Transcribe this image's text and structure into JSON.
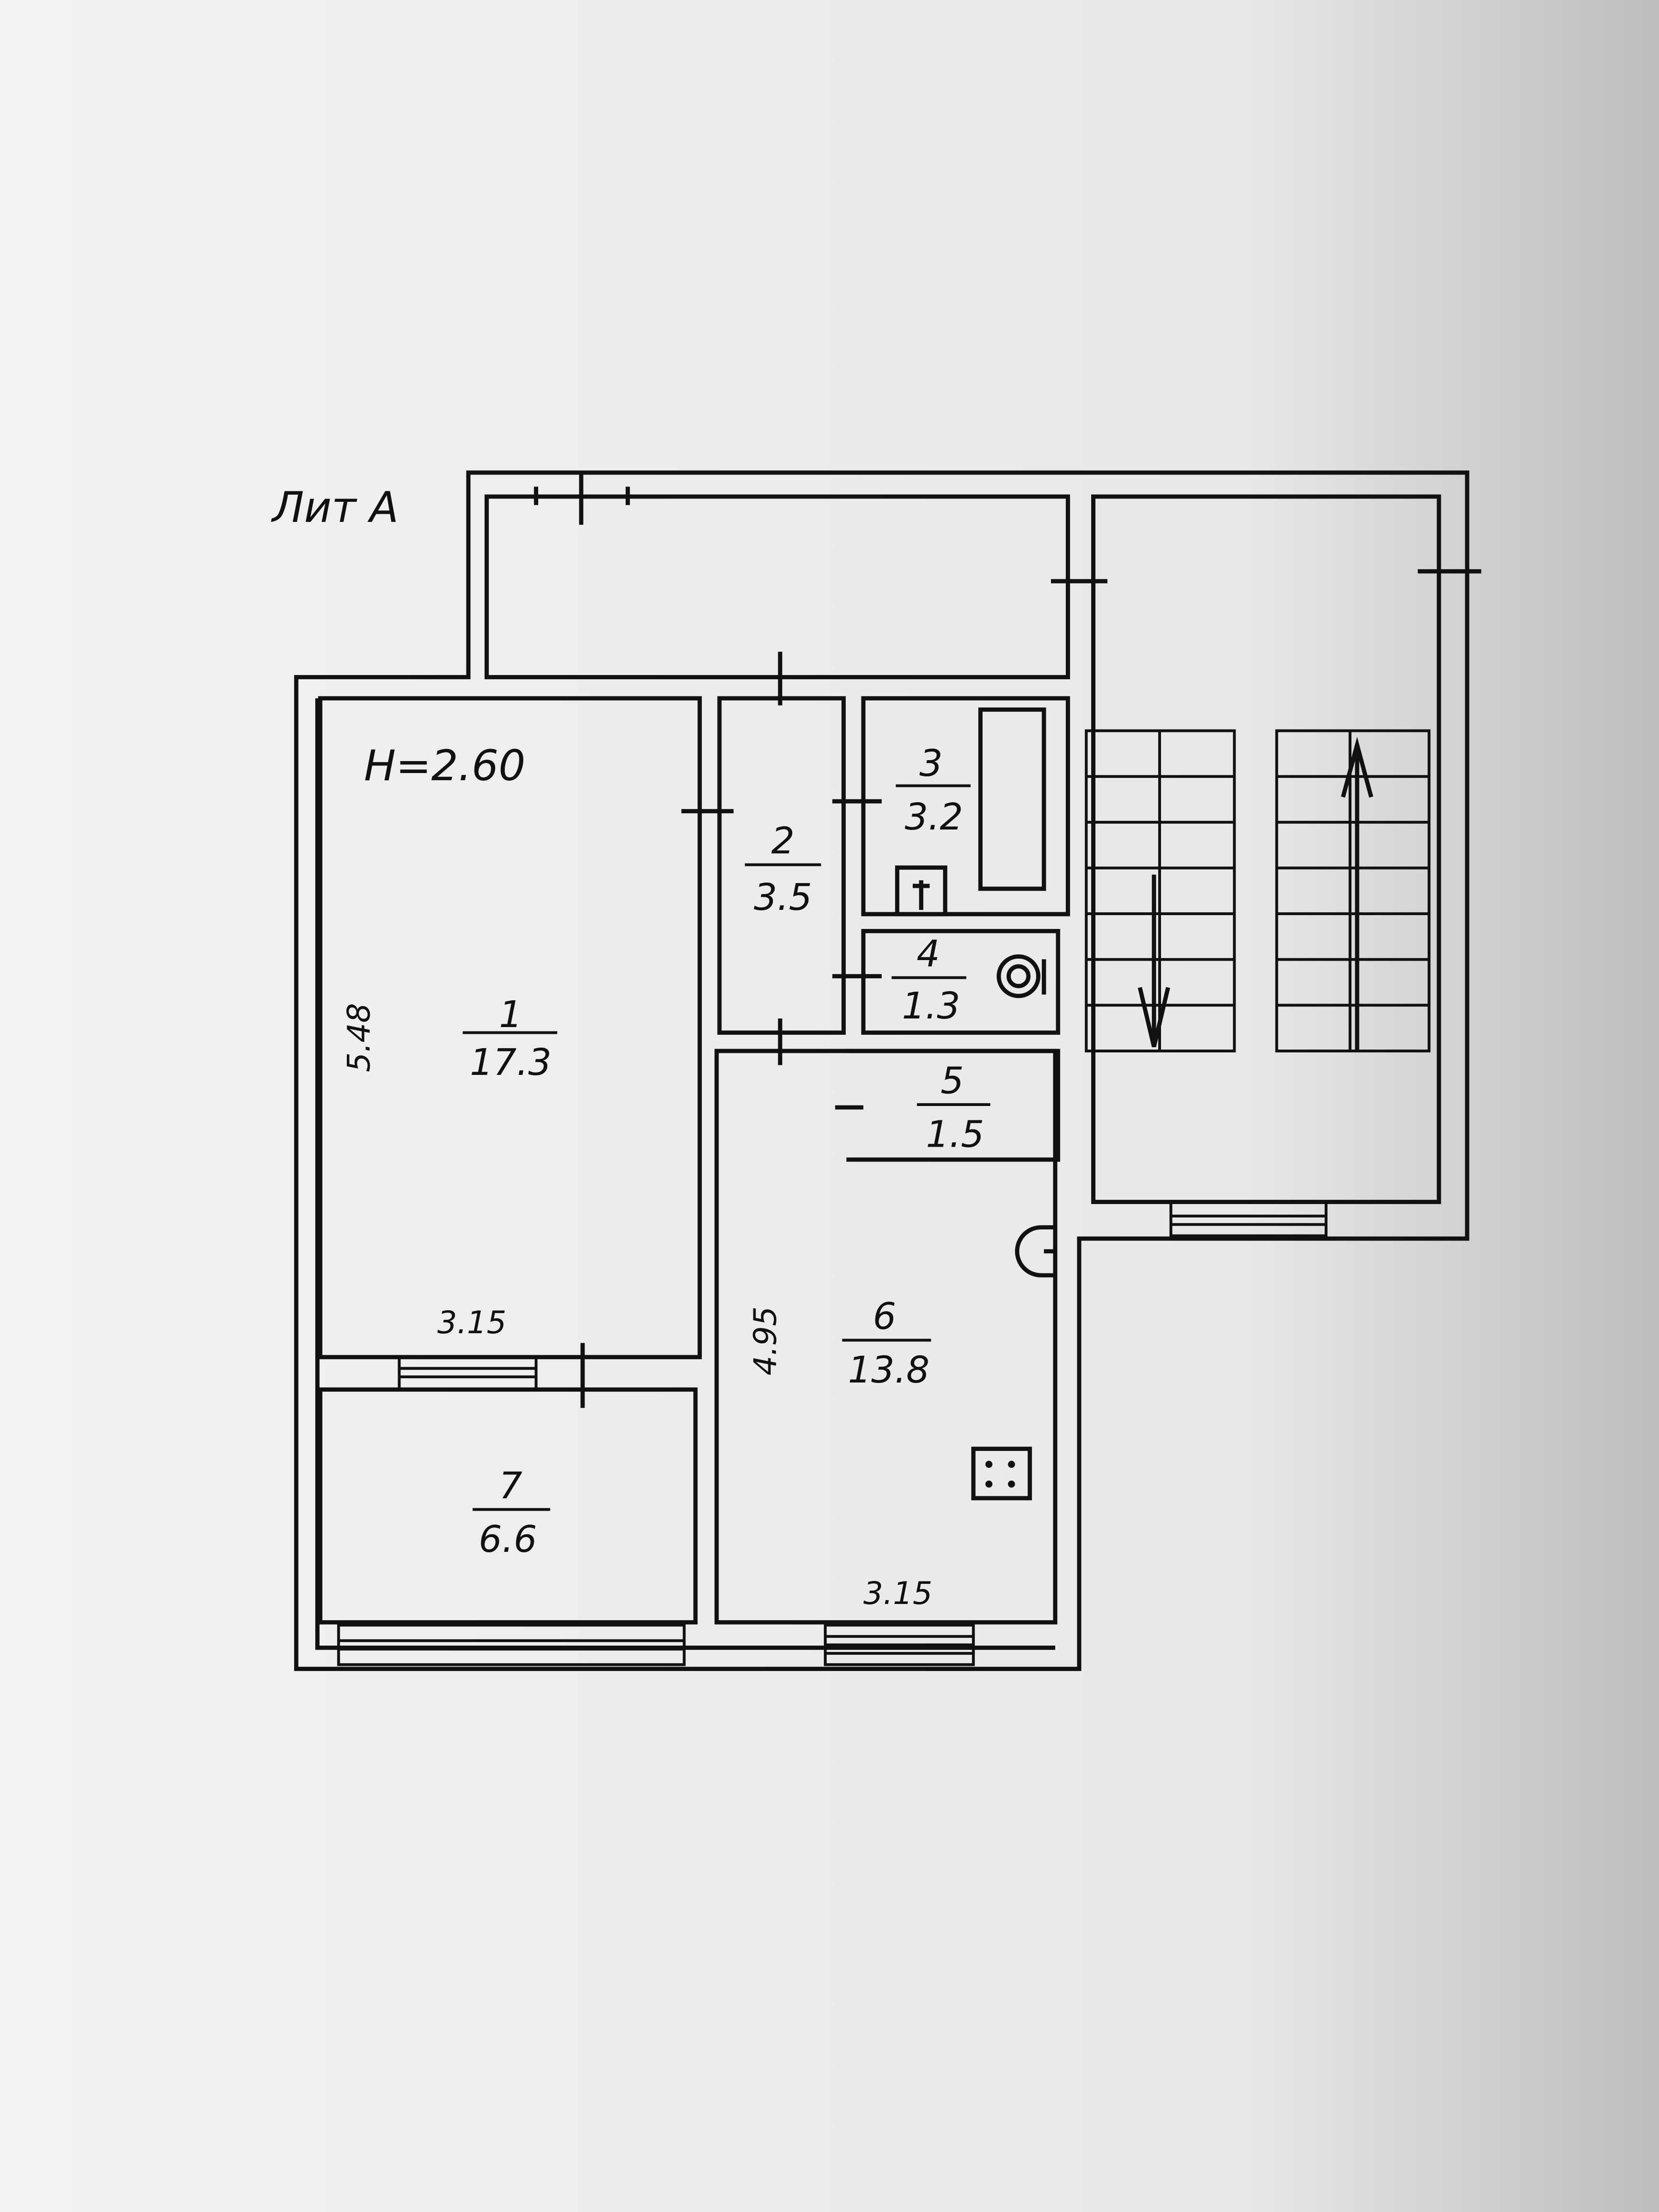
{
  "plan": {
    "label": "Лит А",
    "ceiling_height": "H=2.60",
    "rooms": [
      {
        "number": "1",
        "area": "17.3"
      },
      {
        "number": "2",
        "area": "3.5"
      },
      {
        "number": "3",
        "area": "3.2"
      },
      {
        "number": "4",
        "area": "1.3"
      },
      {
        "number": "5",
        "area": "1.5"
      },
      {
        "number": "6",
        "area": "13.8"
      },
      {
        "number": "7",
        "area": "6.6"
      }
    ],
    "dimensions": {
      "room1_length": "5.48",
      "room1_width": "3.15",
      "room6_length": "4.95",
      "room6_width": "3.15"
    },
    "colors": {
      "paper": "#ececec",
      "ink": "#111111"
    }
  }
}
